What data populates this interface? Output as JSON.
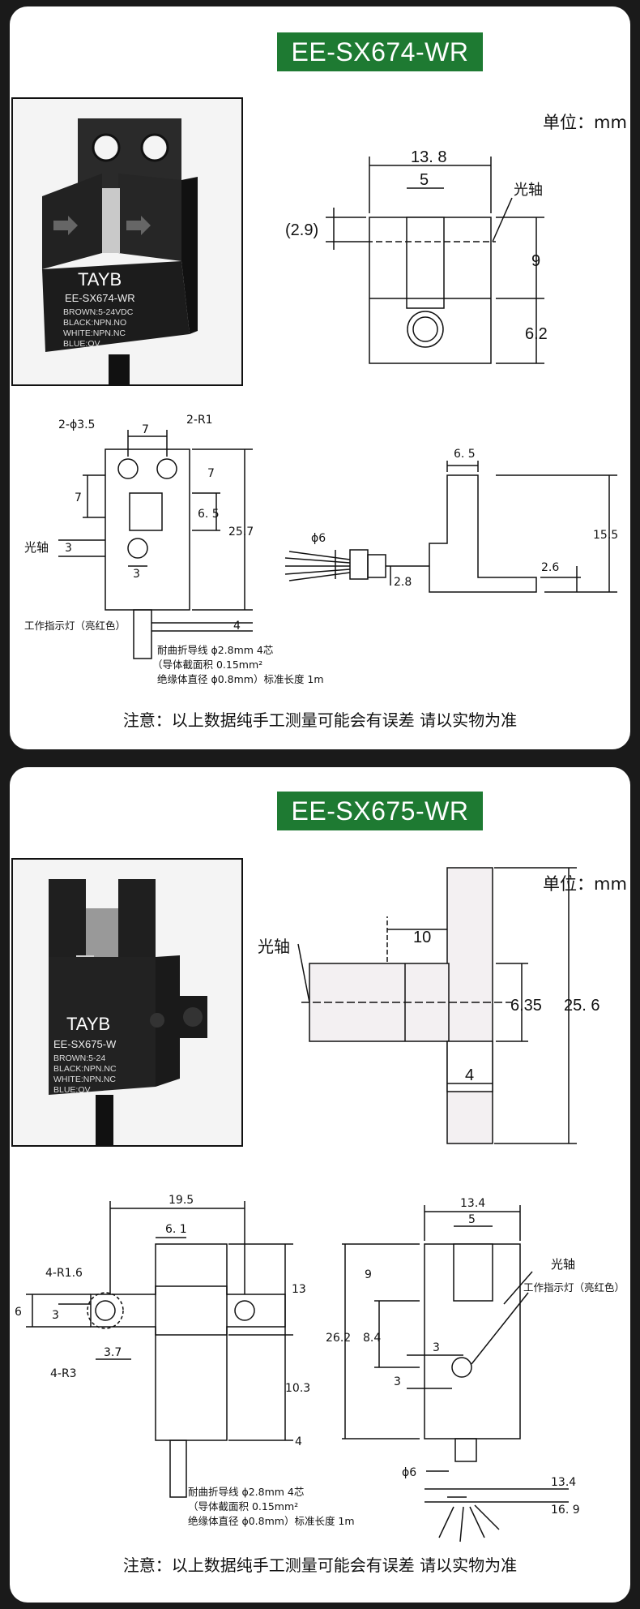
{
  "products": [
    {
      "model": "EE-SX674-WR",
      "unit": "单位：mm",
      "photo": {
        "brand": "TAYB",
        "model_label": "EE-SX674-WR",
        "wiring": [
          "BROWN:5-24VDC",
          "BLACK:NPN.NO",
          "WHITE:NPN.NC",
          "BLUE:OV"
        ]
      },
      "dims": {
        "width": "13. 8",
        "slot": "5",
        "offset": "(2.9)",
        "height_upper": "9",
        "height_lower": "6.2",
        "optical_axis": "光轴",
        "holes": "2-ϕ3.5",
        "radius": "2-R1",
        "hole_pitch": "7",
        "v7a": "7",
        "v7b": "7",
        "v65": "6. 5",
        "v257": "25.7",
        "v3a": "3",
        "v3b": "3",
        "v4": "4",
        "side_top": "6. 5",
        "side_h": "15.5",
        "side_26": "2.6",
        "side_28": "2.8",
        "cable_dia": "ϕ6",
        "indicator": "工作指示灯（亮红色）",
        "cable_1": "耐曲折导线 ϕ2.8mm  4芯",
        "cable_2": "（导体截面积 0.15mm²",
        "cable_3": "绝缘体直径 ϕ0.8mm）标准长度 1m"
      },
      "note": "注意：以上数据纯手工测量可能会有误差 请以实物为准"
    },
    {
      "model": "EE-SX675-WR",
      "unit": "单位：mm",
      "photo": {
        "brand": "TAYB",
        "model_label": "EE-SX675-W",
        "wiring": [
          "BROWN:5-24",
          "BLACK:NPN.NC",
          "WHITE:NPN.NC",
          "BLUE:OV"
        ]
      },
      "dims": {
        "optical_axis": "光轴",
        "d10": "10",
        "d635": "6.35",
        "d256": "25. 6",
        "d4top": "4",
        "d195": "19.5",
        "d61": "6. 1",
        "d13": "13",
        "d103": "10.3",
        "d4": "4",
        "r16": "4-R1.6",
        "r3": "4-R3",
        "d6": "6",
        "d3": "3",
        "d37": "3.7",
        "w134": "13.4",
        "w5": "5",
        "h9": "9",
        "h262": "26.2",
        "h84": "8.4",
        "h3a": "3",
        "h3b": "3",
        "cable_dia": "ϕ6",
        "right_axis": "光轴",
        "indicator": "工作指示灯（亮红色）",
        "b134": "13.4",
        "b169": "16. 9",
        "cable_1": "耐曲折导线 ϕ2.8mm  4芯",
        "cable_2": "（导体截面积 0.15mm²",
        "cable_3": "绝缘体直径 ϕ0.8mm）标准长度 1m"
      },
      "note": "注意：以上数据纯手工测量可能会有误差 请以实物为准"
    }
  ]
}
